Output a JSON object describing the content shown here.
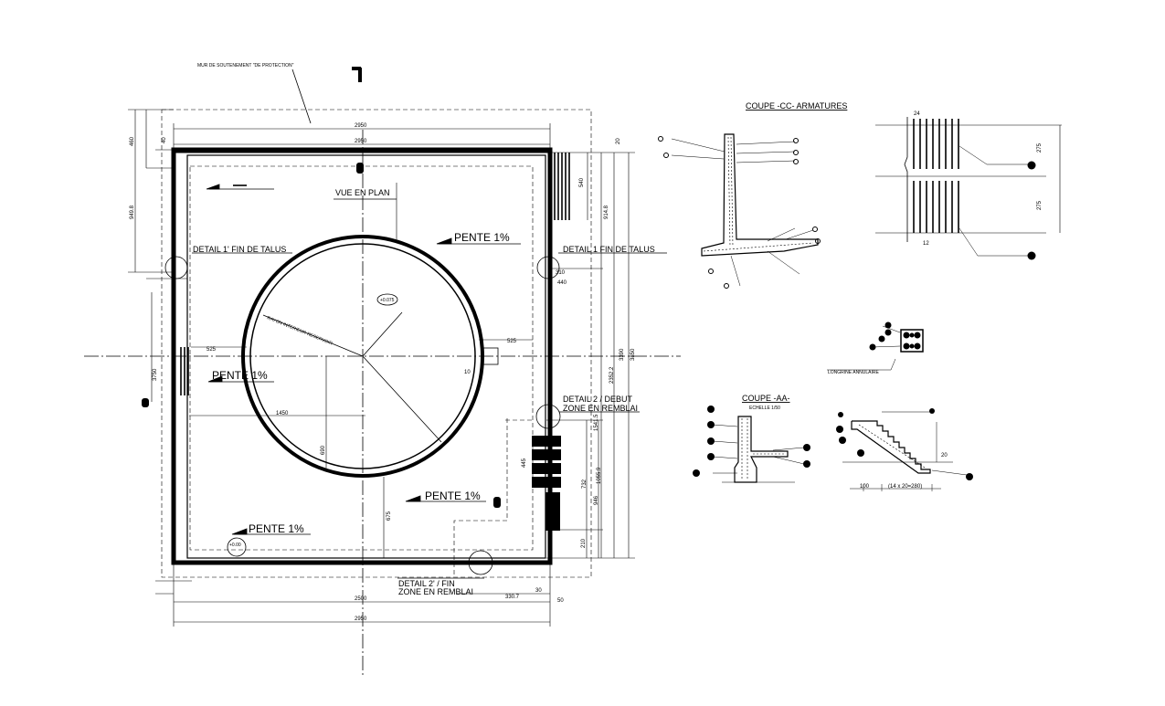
{
  "labels": {
    "mur_title": "MUR DE SOUTENEMENT \"DE PROTECTION\"",
    "vue_en_plan": "VUE EN PLAN",
    "pente_1": "PENTE  1%",
    "pente_2": "PENTE  1%",
    "pente_3": "PENTE  1%",
    "pente_4": "PENTE  1%",
    "detail_1p_fin_talus": "DETAIL 1' FIN DE TALUS",
    "detail_1_fin_talus": "DETAIL 1 FIN DE TALUS",
    "detail_2_debut_l1": "DETAIL 2 / DEBUT",
    "detail_2_debut_l2": "ZONE EN REMBLAI",
    "detail_2p_fin_l1": "DETAIL 2' / FIN",
    "detail_2p_fin_l2": "ZONE EN REMBLAI",
    "rayon_interieur": "RAYON INTERIEUR RESERVOIR",
    "coupe_cc": "COUPE -CC- ARMATURES",
    "coupe_aa": "COUPE -AA-",
    "coupe_aa_sub": "ECHELLE 1/50",
    "longrine": "LONGRINE ANNULAIRE",
    "level_tag": "+0.075",
    "level_tag2": "+0.00"
  },
  "dims": {
    "top_outer": "2950",
    "top_inner": "2950",
    "bottom_inner": "2500",
    "bottom_outer": "2950",
    "d_460": "460",
    "d_40": "40",
    "d_20": "20",
    "d_949": "949.8",
    "d_914": "914.8",
    "d_540": "540",
    "d_3750": "3750",
    "d_3390": "3390",
    "d_3850": "3850",
    "d_2352": "2352.2",
    "d_525": "525",
    "d_525b": "525",
    "d_1450": "1450",
    "d_690": "690",
    "d_675": "675",
    "d_1541": "1541.5",
    "d_1055": "1055.9",
    "d_732": "732",
    "d_946": "946",
    "d_210": "210",
    "d_445": "445",
    "d_3307": "330.7",
    "d_30": "30",
    "d_50": "50",
    "d_10": "10",
    "d_100": "100",
    "d_stairs": "(14 x 20=280)",
    "d_24": "24",
    "d_275a": "275",
    "d_275b": "275",
    "d_12": "12",
    "d_440": "440",
    "d_310": "310"
  }
}
